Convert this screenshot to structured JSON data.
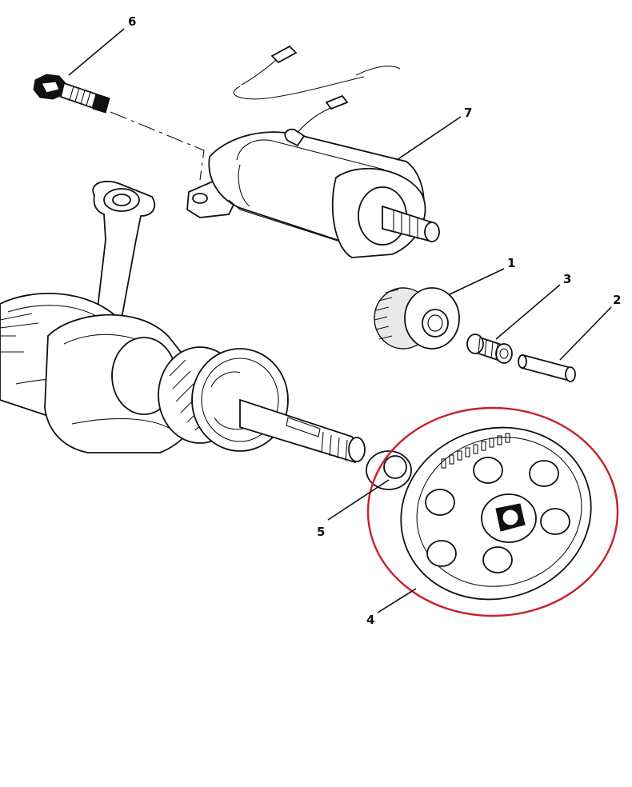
{
  "callouts": {
    "c1": "1",
    "c2": "2",
    "c3": "3",
    "c4": "4",
    "c5": "5",
    "c6": "6",
    "c7": "7"
  },
  "highlight_color": "#c8202c",
  "line_color": "#111111"
}
